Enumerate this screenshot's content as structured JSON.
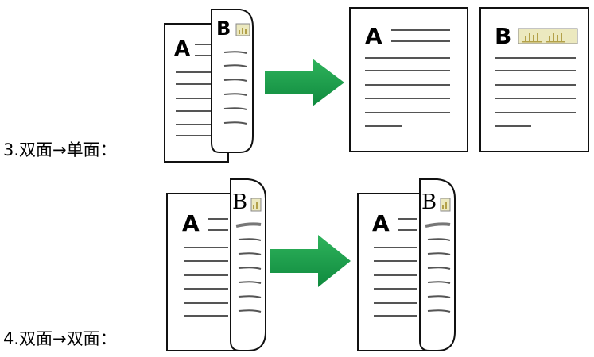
{
  "captions": {
    "duplex_to_simplex": "3.双面→单面：",
    "duplex_to_duplex": "4.双面→双面："
  },
  "page_letters": {
    "front": "A",
    "back": "B"
  },
  "colors": {
    "arrow": "#1a9a4a",
    "line": "#555555",
    "outline": "#111111",
    "chart_box": "#ece9bf"
  }
}
